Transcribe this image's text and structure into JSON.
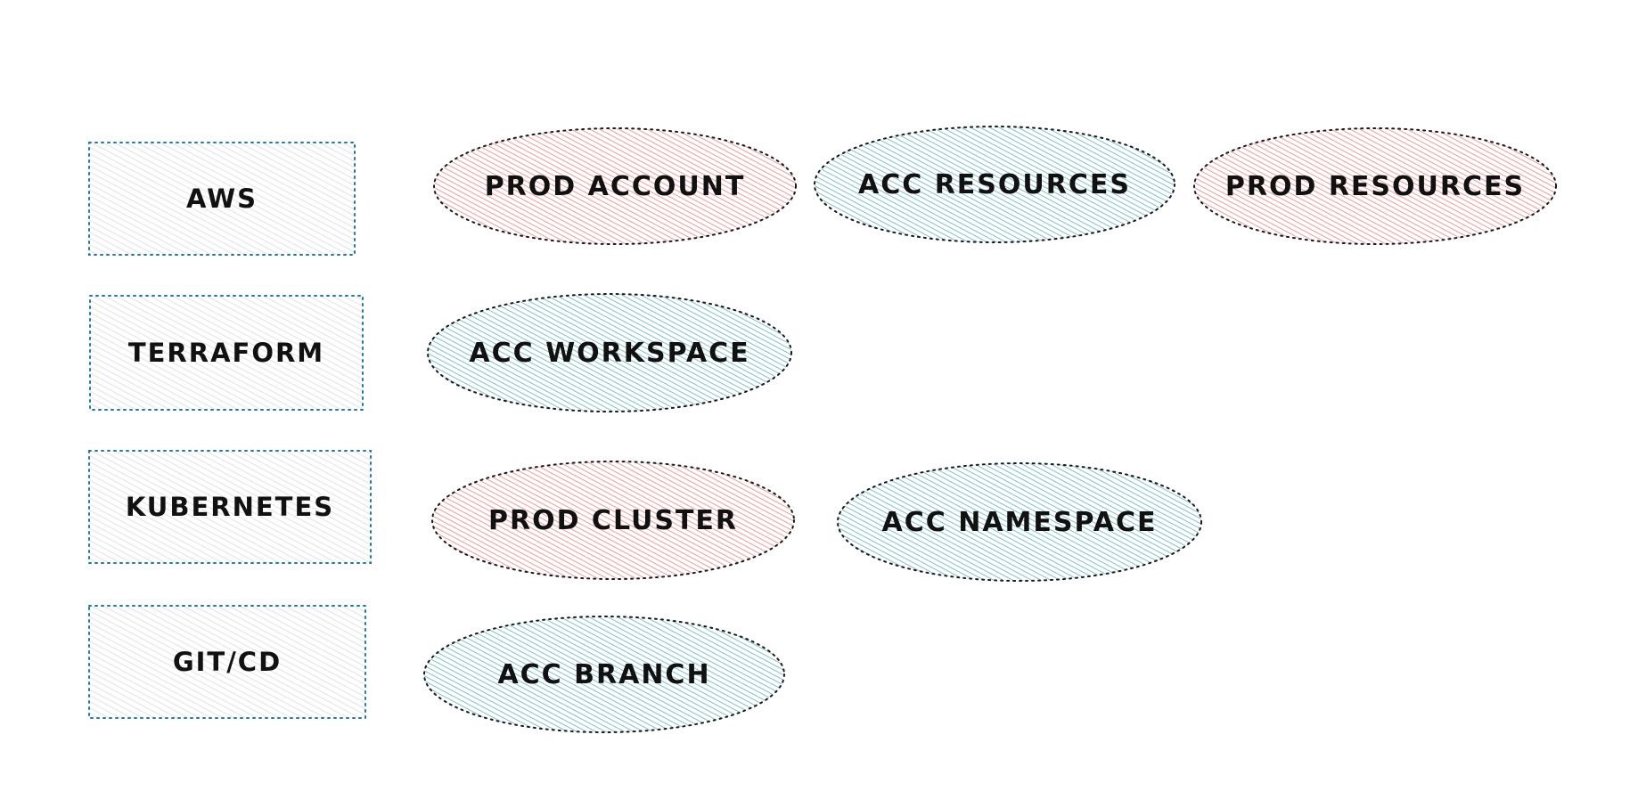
{
  "colors": {
    "platform_fill": "#d7d9dc",
    "platform_border": "#1e7aa0",
    "prod_fill": "#e98383",
    "acc_fill": "#5fb2bd",
    "outline": "#1a1a1a",
    "text": "#111111"
  },
  "rows": [
    {
      "platform": "AWS",
      "items": [
        {
          "label": "PROD ACCOUNT",
          "env": "prod"
        },
        {
          "label": "ACC RESOURCES",
          "env": "acc"
        },
        {
          "label": "PROD RESOURCES",
          "env": "prod"
        }
      ]
    },
    {
      "platform": "TERRAFORM",
      "items": [
        {
          "label": "ACC WORKSPACE",
          "env": "acc"
        }
      ]
    },
    {
      "platform": "KUBERNETES",
      "items": [
        {
          "label": "PROD CLUSTER",
          "env": "prod"
        },
        {
          "label": "ACC NAMESPACE",
          "env": "acc"
        }
      ]
    },
    {
      "platform": "GIT/CD",
      "items": [
        {
          "label": "ACC BRANCH",
          "env": "acc"
        }
      ]
    }
  ]
}
